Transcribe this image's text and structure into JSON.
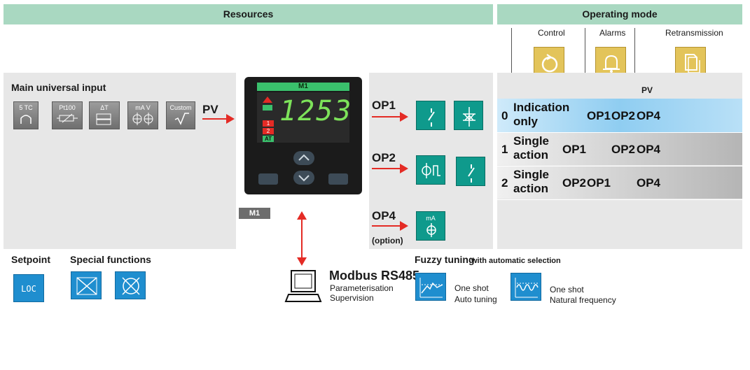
{
  "headers": {
    "resources": "Resources",
    "operating_mode": "Operating mode"
  },
  "columns": {
    "control": "Control",
    "alarms": "Alarms",
    "retransmission": "Retransmission"
  },
  "main_input": {
    "title": "Main universal input",
    "types": [
      {
        "label": "5 TC"
      },
      {
        "label": "Pt100"
      },
      {
        "label": "ΔT"
      },
      {
        "label": "mA  V"
      },
      {
        "label": "Custom"
      }
    ],
    "pv": "PV"
  },
  "controller": {
    "model": "M1",
    "display": "1253",
    "badges": [
      "1",
      "2",
      "AT"
    ],
    "tag": "M1"
  },
  "outputs": {
    "op1": "OP1",
    "op2": "OP2",
    "op4": "OP4",
    "op4_note": "(option)",
    "op4_unit": "mA"
  },
  "table": {
    "pv_header": "PV",
    "rows": [
      {
        "index": "0",
        "mode": "Indication only",
        "control": "",
        "alarm1": "OP1",
        "alarm2": "OP2",
        "retrans": "OP4"
      },
      {
        "index": "1",
        "mode": "Single action",
        "control": "OP1",
        "alarm1": "",
        "alarm2": "OP2",
        "retrans": "OP4"
      },
      {
        "index": "2",
        "mode": "Single action",
        "control": "OP2",
        "alarm1": "OP1",
        "alarm2": "",
        "retrans": "OP4"
      }
    ]
  },
  "setpoint": {
    "title": "Setpoint",
    "icon_label": "LOC"
  },
  "special_functions": {
    "title": "Special functions"
  },
  "modbus": {
    "title": "Modbus RS485",
    "line1": "Parameterisation",
    "line2": "Supervision"
  },
  "fuzzy": {
    "title": "Fuzzy tuning",
    "subtitle": "with automatic selection",
    "option1_line1": "One shot",
    "option1_line2": "Auto tuning",
    "option2_line1": "One shot",
    "option2_line2": "Natural frequency"
  },
  "colors": {
    "header": "#a9d8c1",
    "teal": "#0f9a8c",
    "arrow": "#e42b25",
    "blue": "#1f8ecf",
    "yellow": "#e3c45a"
  }
}
